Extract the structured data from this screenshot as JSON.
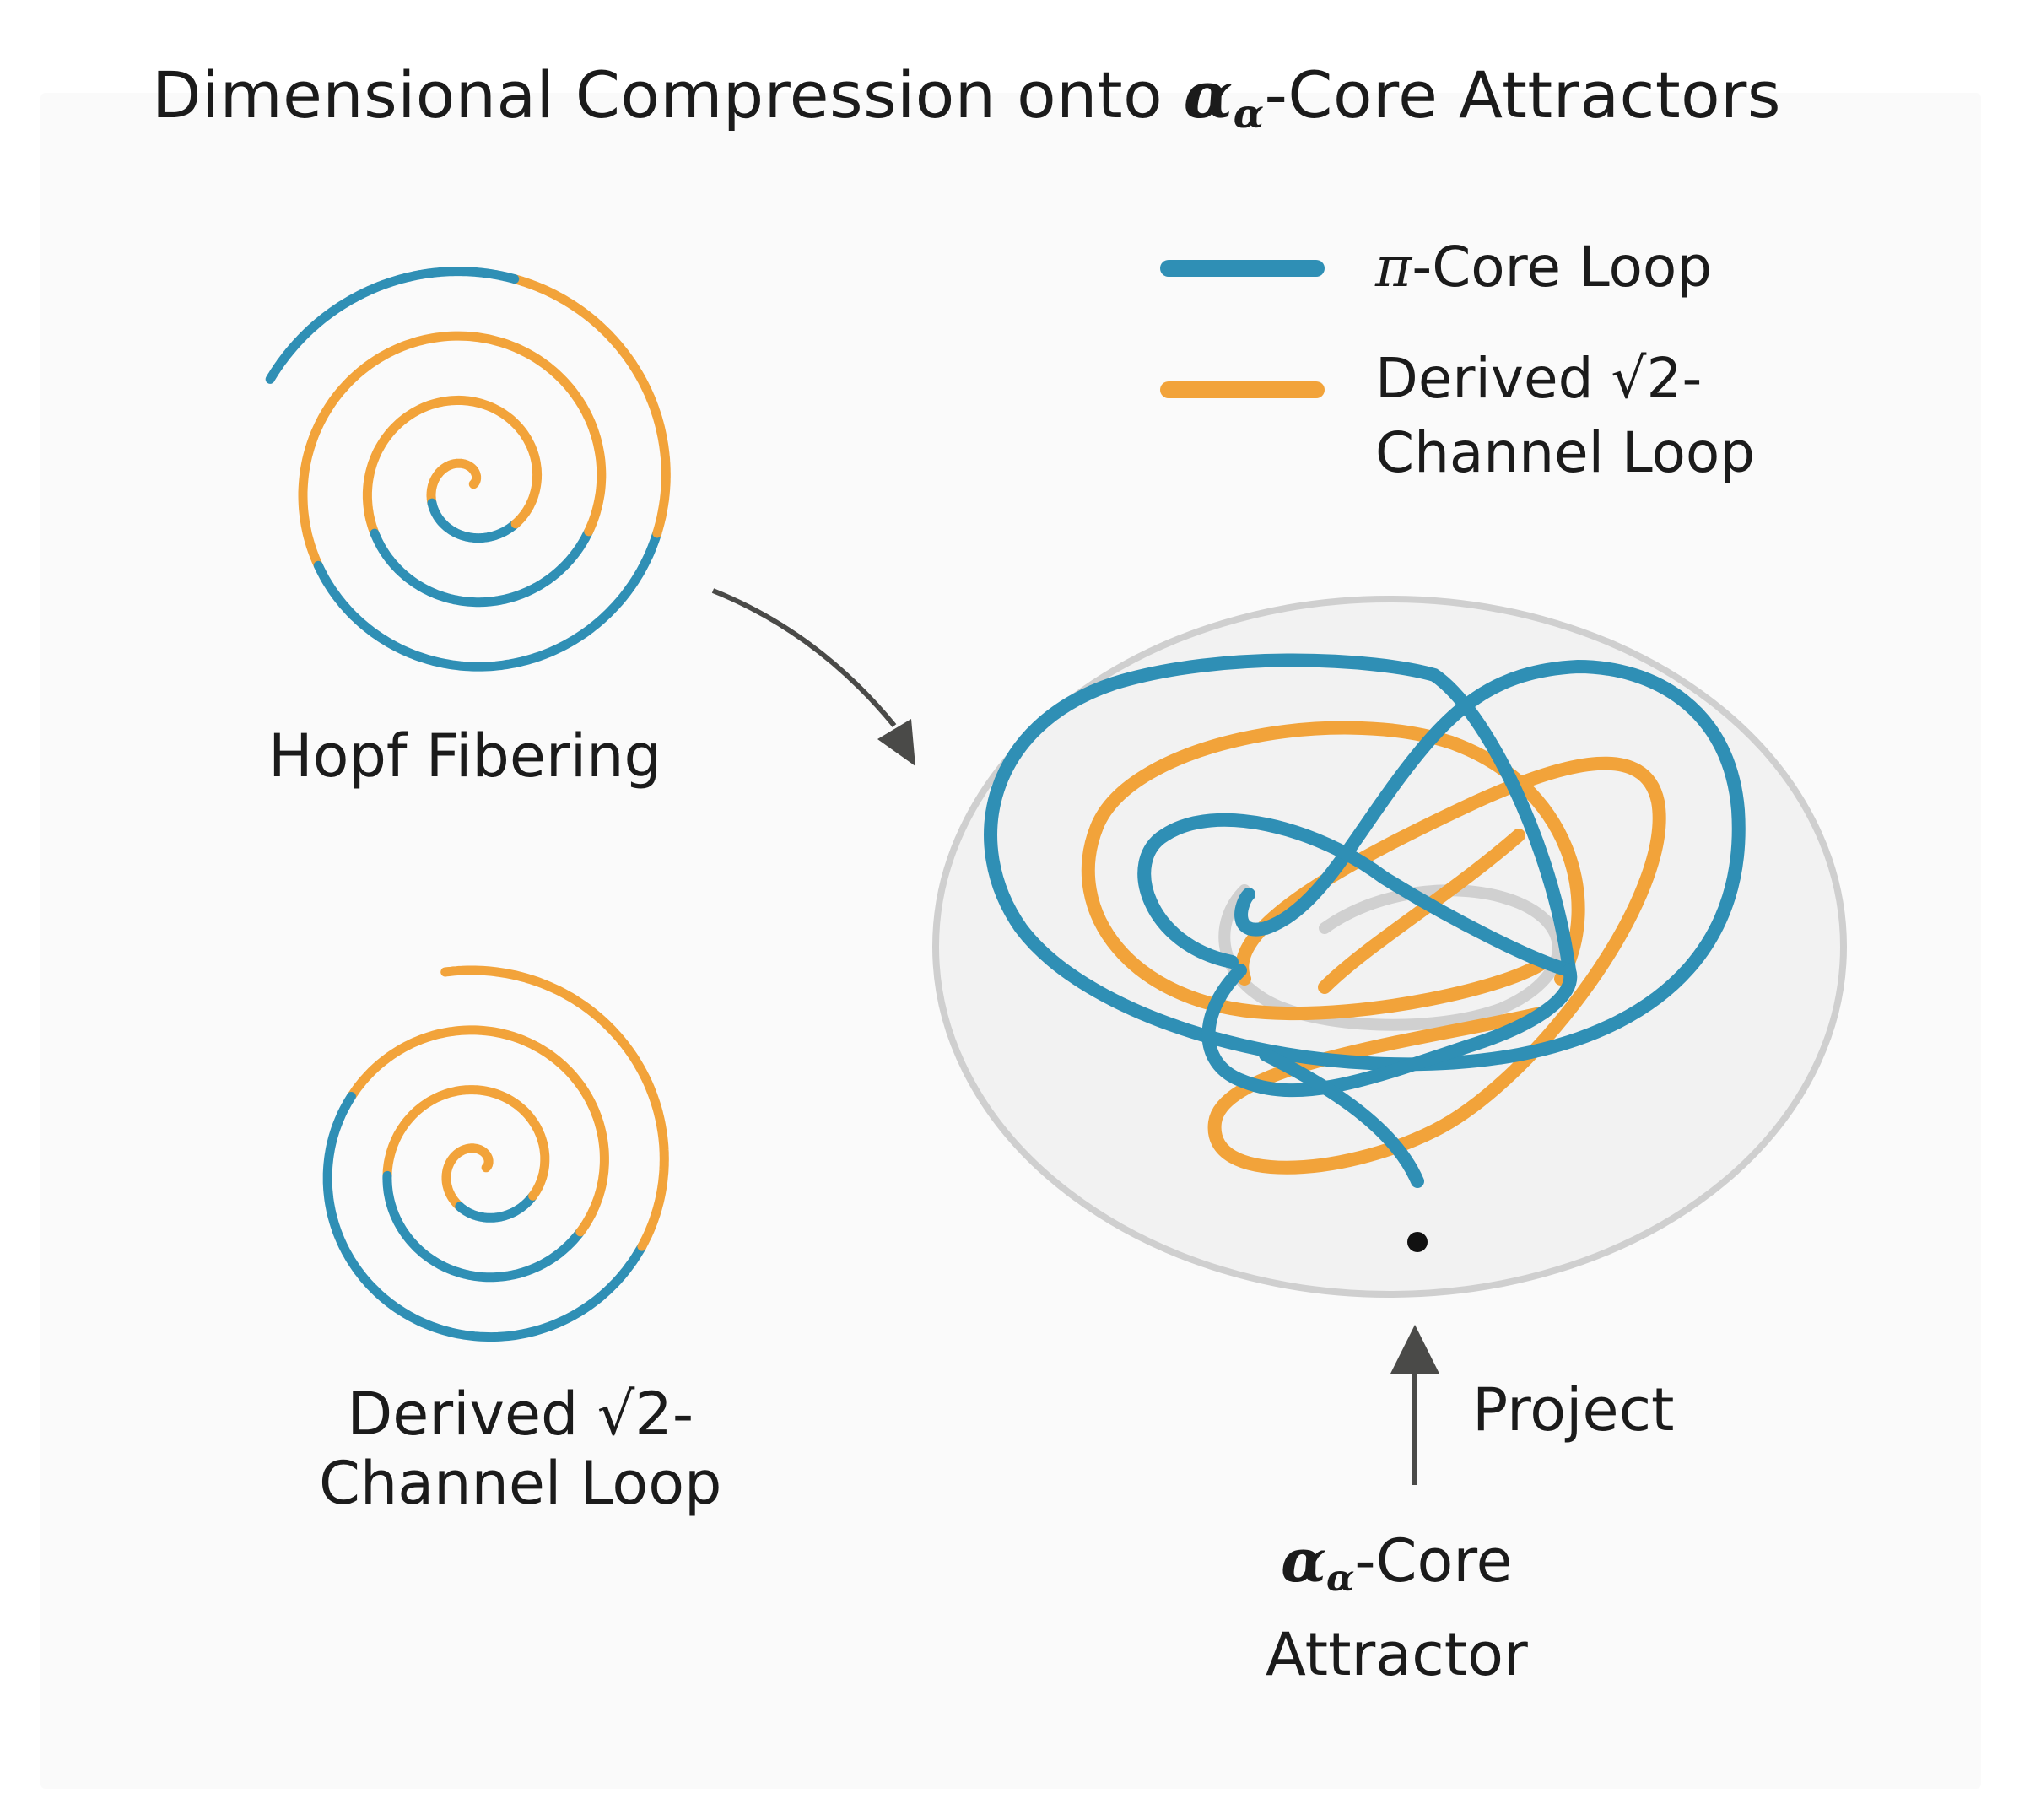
{
  "title": {
    "prefix": "Dimensional Compression onto ",
    "greek_main": "α",
    "greek_sub": "α",
    "suffix": "-Core Attractors"
  },
  "legend": {
    "blue_prefix": "π",
    "blue_label": "-Core Loop",
    "orange_line1": "Derived √2-",
    "orange_line2": "Channel Loop"
  },
  "labels": {
    "hopf": "Hopf Fibering",
    "derived_line1": "Derived √2-",
    "derived_line2": "Channel Loop",
    "project": "Project",
    "attractor_greek_main": "α",
    "attractor_greek_sub": "α",
    "attractor_suffix": "-Core",
    "attractor_line2": "Attractor"
  },
  "colors": {
    "blue": "#2f8fb5",
    "orange": "#f2a33a",
    "gray_ring": "#cfcfcf",
    "disk": "#f2f2f2",
    "arrow": "#4a4a48",
    "text": "#1b1b1b"
  }
}
